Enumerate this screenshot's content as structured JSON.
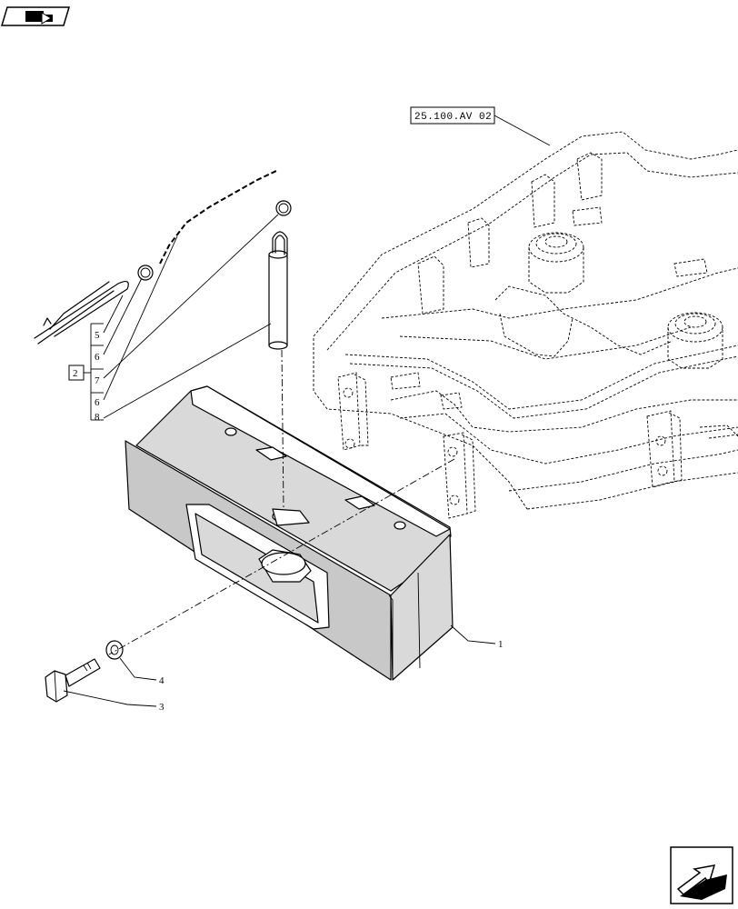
{
  "reference_box": {
    "text": "25.100.AV 02"
  },
  "group_box": {
    "text": "2"
  },
  "callouts": [
    {
      "id": "c1",
      "text": "1"
    },
    {
      "id": "c3",
      "text": "3"
    },
    {
      "id": "c4",
      "text": "4"
    },
    {
      "id": "c5",
      "text": "5"
    },
    {
      "id": "c6a",
      "text": "6"
    },
    {
      "id": "c7",
      "text": "7"
    },
    {
      "id": "c6b",
      "text": "6"
    },
    {
      "id": "c8",
      "text": "8"
    }
  ],
  "icons": {
    "top_left": "page-back-icon",
    "bottom_right": "next-page-arrow-icon"
  }
}
